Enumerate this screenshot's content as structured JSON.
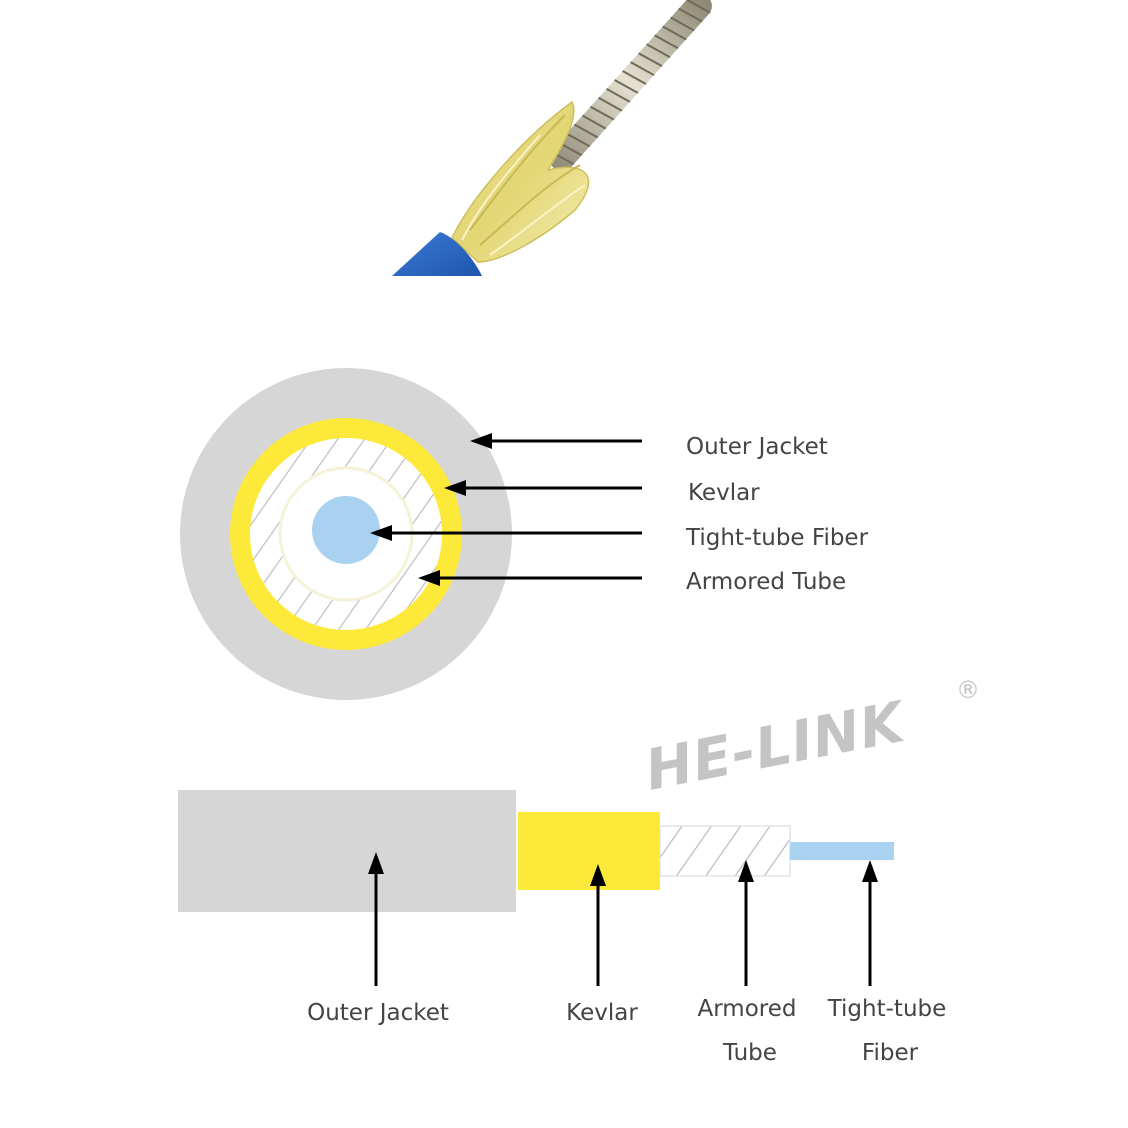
{
  "watermark": {
    "brand": "HE-LINK",
    "registered_mark": "®"
  },
  "photo": {
    "subject": "armored fiber cable cutaway photo",
    "colors": {
      "jacket": "#2f6fc9",
      "kevlar": "#e8df8a",
      "armor": "#b8b29c"
    }
  },
  "cross_section": {
    "labels": {
      "outer_jacket": "Outer Jacket",
      "kevlar": "Kevlar",
      "tight_tube_fiber": "Tight-tube Fiber",
      "armored_tube": "Armored Tube"
    },
    "colors": {
      "outer_jacket": "#d6d6d6",
      "kevlar": "#fde93a",
      "armor_hatch": "#b9b9b9",
      "fiber": "#a8d2f0"
    }
  },
  "side_view": {
    "labels": {
      "outer_jacket": "Outer Jacket",
      "kevlar": "Kevlar",
      "armored_line1": "Armored",
      "armored_line2": "Tube",
      "fiber_line1": "Tight-tube",
      "fiber_line2": "Fiber"
    }
  }
}
